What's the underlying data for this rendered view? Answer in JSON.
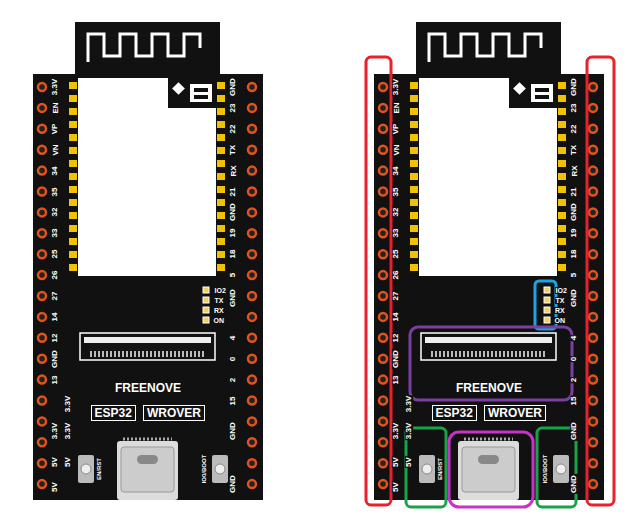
{
  "diagram": {
    "labels": [
      "3.3V",
      "EN",
      "VP",
      "VN",
      "34",
      "35",
      "32",
      "33",
      "25",
      "26",
      "27",
      "14",
      "12",
      "GND",
      "13",
      "3.3V",
      "3.3V",
      "3.3V",
      "5V",
      "5V",
      "5V",
      "GND",
      "23",
      "22",
      "TX",
      "RX",
      "21",
      "GND",
      "19",
      "18",
      "5",
      "GND",
      "4",
      "0",
      "2",
      "15",
      "GND",
      "GND",
      "IO2",
      "TX",
      "RX",
      "ON",
      "FREENOVE",
      "ESP32",
      "WROVER",
      "EN/RST",
      "IO0/BOOT",
      "3.3V",
      "EN",
      "VP",
      "VN",
      "34",
      "35",
      "32",
      "33",
      "25",
      "26",
      "27",
      "14",
      "12",
      "GND",
      "13",
      "3.3V",
      "3.3V",
      "3.3V",
      "5V",
      "5V",
      "5V",
      "GND",
      "23",
      "22",
      "TX",
      "RX",
      "21",
      "GND",
      "19",
      "18",
      "5",
      "GND",
      "4",
      "0",
      "2",
      "15",
      "GND",
      "GND",
      "IO2",
      "TX",
      "RX",
      "ON",
      "FREENOVE",
      "ESP32",
      "WROVER",
      "EN/RST",
      "IO0/BOOT"
    ]
  }
}
